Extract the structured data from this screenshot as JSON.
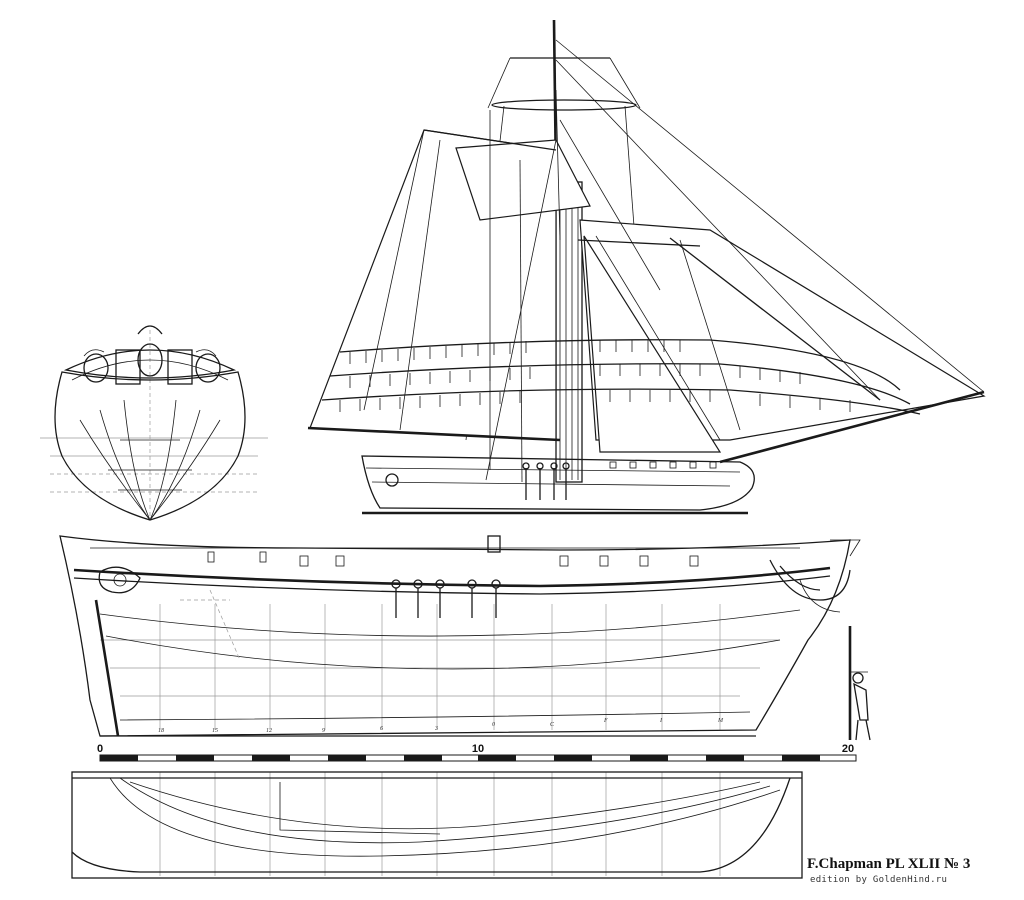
{
  "plate": {
    "title": "F.Chapman PL XLII № 3",
    "edition": "edition by GoldenHind.ru"
  },
  "scale_bar": {
    "labels": [
      "0",
      "10",
      "20"
    ]
  },
  "profile": {
    "section_marks": [
      "18",
      "15",
      "12",
      "9",
      "6",
      "3",
      "0",
      "C",
      "F",
      "I",
      "M"
    ]
  }
}
